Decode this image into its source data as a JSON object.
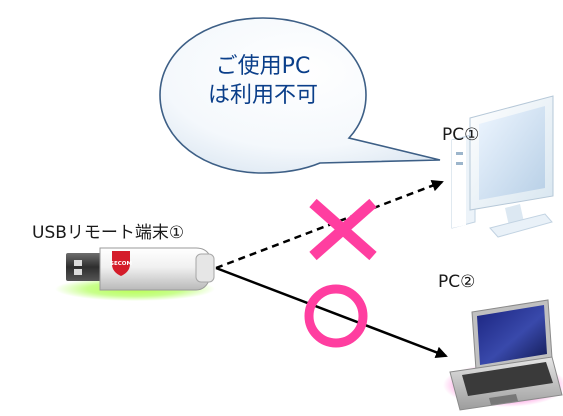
{
  "bubble": {
    "line1": "ご使用PC",
    "line2": "は利用不可"
  },
  "usb": {
    "label": "USBリモート端末①",
    "brand": "SECOM"
  },
  "pc1": {
    "label": "PC①"
  },
  "pc2": {
    "label": "PC②"
  },
  "connections": [
    {
      "from": "usb",
      "to": "pc1",
      "style": "dashed",
      "mark": "×",
      "mark_color": "#ff3ea0"
    },
    {
      "from": "usb",
      "to": "pc2",
      "style": "solid",
      "mark": "○",
      "mark_color": "#ff3ea0"
    }
  ],
  "colors": {
    "accent_pink": "#ff3ea0",
    "bubble_text": "#0b3f8a",
    "bubble_stroke": "#3d5f86",
    "usb_glow": "#a8ff3a",
    "laptop_glow": "#ff4fd0",
    "brand_red": "#d41c2a"
  }
}
